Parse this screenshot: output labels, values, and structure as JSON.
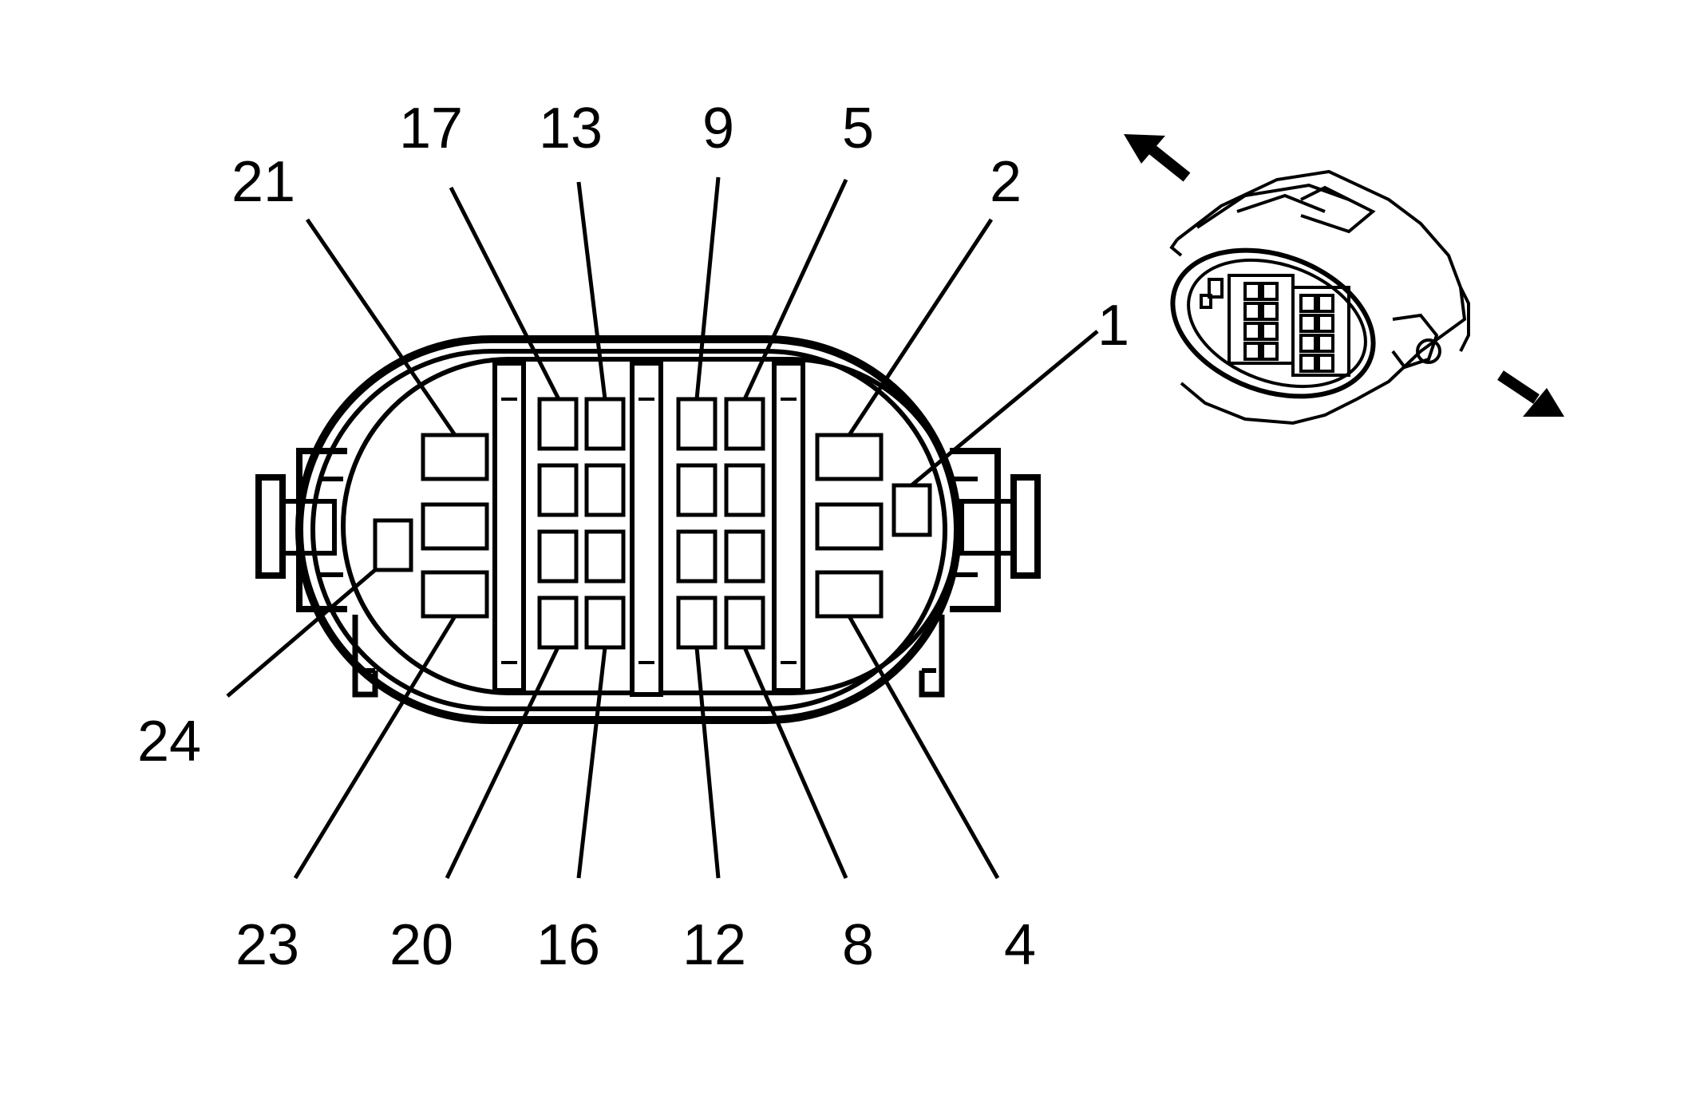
{
  "labels": {
    "p1": "1",
    "p2": "2",
    "p4": "4",
    "p5": "5",
    "p8": "8",
    "p9": "9",
    "p12": "12",
    "p13": "13",
    "p16": "16",
    "p17": "17",
    "p20": "20",
    "p21": "21",
    "p23": "23",
    "p24": "24"
  },
  "colors": {
    "stroke": "#000000",
    "background": "#ffffff"
  }
}
